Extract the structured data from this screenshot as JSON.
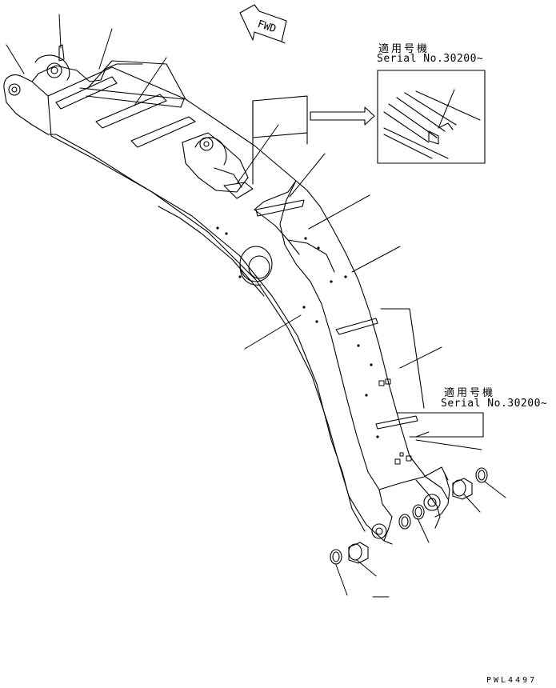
{
  "fwd_label": "FWD",
  "note_top": {
    "line1": "適用号機",
    "line2": "Serial No.30200~"
  },
  "note_bottom": {
    "line1": "適用号機",
    "line2": "Serial No.30200~"
  },
  "drawing_code": "PWL4497"
}
